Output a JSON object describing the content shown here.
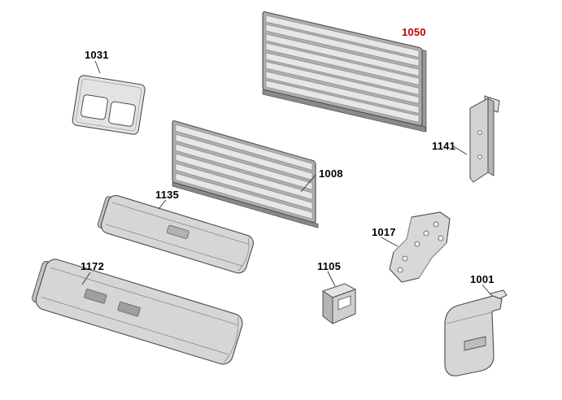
{
  "page": {
    "background": "#ffffff"
  },
  "colors": {
    "outline": "#4c4c4c",
    "part_fill": "#d8d8d8",
    "highlight_label": "#c00000",
    "normal_label": "#000000"
  },
  "diagram": {
    "parts": [
      {
        "number": "1031",
        "color": "#000000"
      },
      {
        "number": "1050",
        "color": "#c00000"
      },
      {
        "number": "1141",
        "color": "#000000"
      },
      {
        "number": "1008",
        "color": "#000000"
      },
      {
        "number": "1135",
        "color": "#000000"
      },
      {
        "number": "1017",
        "color": "#000000"
      },
      {
        "number": "1105",
        "color": "#000000"
      },
      {
        "number": "1172",
        "color": "#000000"
      },
      {
        "number": "1001",
        "color": "#000000"
      }
    ]
  }
}
